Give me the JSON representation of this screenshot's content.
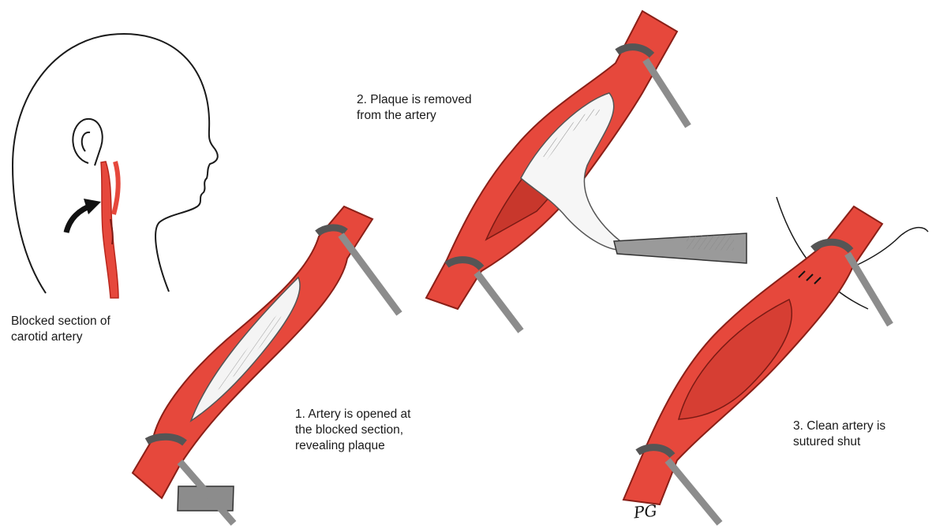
{
  "captions": {
    "blocked": [
      "Blocked section of",
      "carotid artery"
    ],
    "step1": [
      "1. Artery is opened at",
      "the blocked section,",
      "revealing plaque"
    ],
    "step2": [
      "2. Plaque is removed",
      "from the artery"
    ],
    "step3": [
      "3. Clean artery is",
      "sutured shut"
    ]
  },
  "signature": "PG",
  "colors": {
    "artery": "#e6483c",
    "artery_dark": "#b9261c",
    "plaque": "#eeeeee",
    "clamp": "#b9b9b9",
    "ink": "#1a1a1a"
  }
}
